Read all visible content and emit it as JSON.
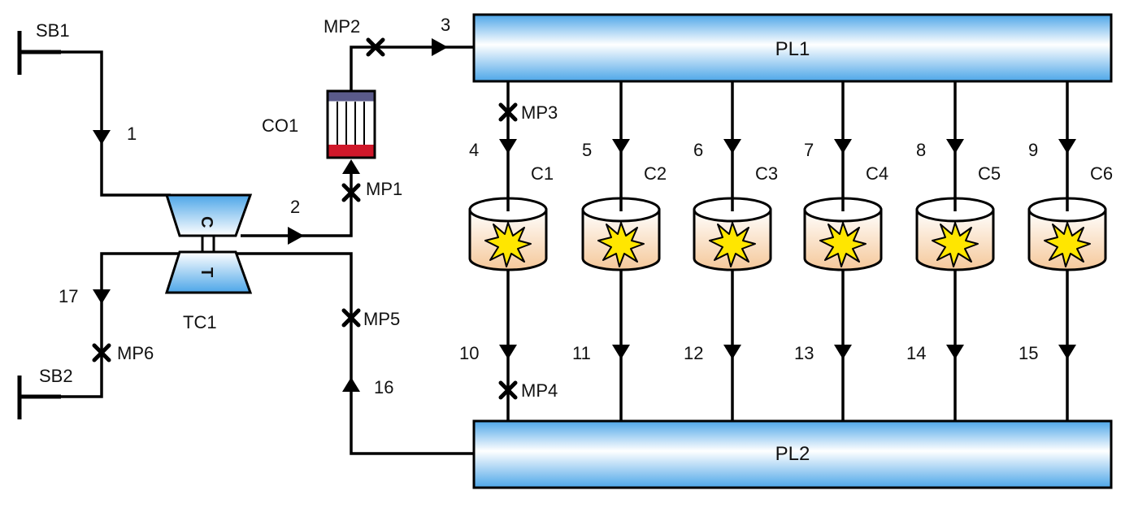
{
  "boundaries": {
    "sb1": "SB1",
    "sb2": "SB2"
  },
  "plenums": {
    "pl1": "PL1",
    "pl2": "PL2"
  },
  "turbocharger": {
    "name": "TC1",
    "compressor": "C",
    "turbine": "T"
  },
  "cooler": "CO1",
  "cylinders": [
    "C1",
    "C2",
    "C3",
    "C4",
    "C5",
    "C6"
  ],
  "upper_pipe_numbers": [
    "4",
    "5",
    "6",
    "7",
    "8",
    "9"
  ],
  "lower_pipe_numbers": [
    "10",
    "11",
    "12",
    "13",
    "14",
    "15"
  ],
  "pipe_numbers": {
    "p1": "1",
    "p2": "2",
    "p3": "3",
    "p16": "16",
    "p17": "17"
  },
  "measurement_points": {
    "mp1": "MP1",
    "mp2": "MP2",
    "mp3": "MP3",
    "mp4": "MP4",
    "mp5": "MP5",
    "mp6": "MP6"
  },
  "colors": {
    "plenum_edge": "#4da6e8",
    "cooler_top": "#5a5a8a",
    "cooler_bottom": "#d0182a",
    "cylinder_bottom": "#f5c89a",
    "flame": "#ffe600"
  }
}
